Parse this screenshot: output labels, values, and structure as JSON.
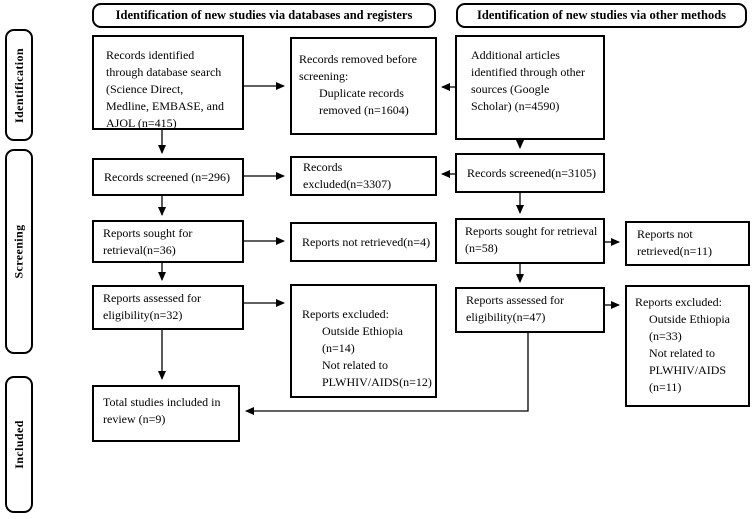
{
  "headers": {
    "databases": "Identification of new studies via databases and registers",
    "other": "Identification of new studies via other methods"
  },
  "sidebar": {
    "stages": {
      "identification": "Identification",
      "screening": "Screening",
      "included": "Included"
    }
  },
  "boxes": {
    "records_identified": "Records identified\nthrough database search\n(Science Direct,\nMedline, EMBASE, and\nAJOL (n=415)",
    "records_removed": {
      "title": "Records removed before\nscreening:",
      "items": [
        "Duplicate records\nremoved (n=1604)"
      ]
    },
    "additional_articles": "Additional articles\nidentified through other\nsources (Google\nScholar) (n=4590)",
    "records_screened_db": "Records screened (n=296)",
    "records_excluded": "Records excluded(n=3307)",
    "records_screened_other": "Records screened(n=3105)",
    "reports_sought_db": "Reports sought for\nretrieval(n=36)",
    "reports_not_retrieved_db": "Reports not retrieved(n=4)",
    "reports_sought_other": "Reports sought for retrieval\n(n=58)",
    "reports_not_retrieved_other": "Reports not\nretrieved(n=11)",
    "reports_assessed_db": "Reports assessed for\neligibility(n=32)",
    "reports_excluded_db": {
      "title": "Reports excluded:",
      "items": [
        "Outside Ethiopia (n=14)",
        "Not related to\nPLWHIV/AIDS(n=12)"
      ]
    },
    "reports_assessed_other": "Reports assessed for\neligibility(n=47)",
    "reports_excluded_other": {
      "title": "Reports excluded:",
      "items": [
        "Outside Ethiopia\n(n=33)",
        "Not related to\nPLWHIV/AIDS\n(n=11)"
      ]
    },
    "total_included": "Total studies included in\nreview (n=9)"
  },
  "colors": {
    "line": "#000000",
    "background": "#ffffff",
    "text": "#000000"
  }
}
